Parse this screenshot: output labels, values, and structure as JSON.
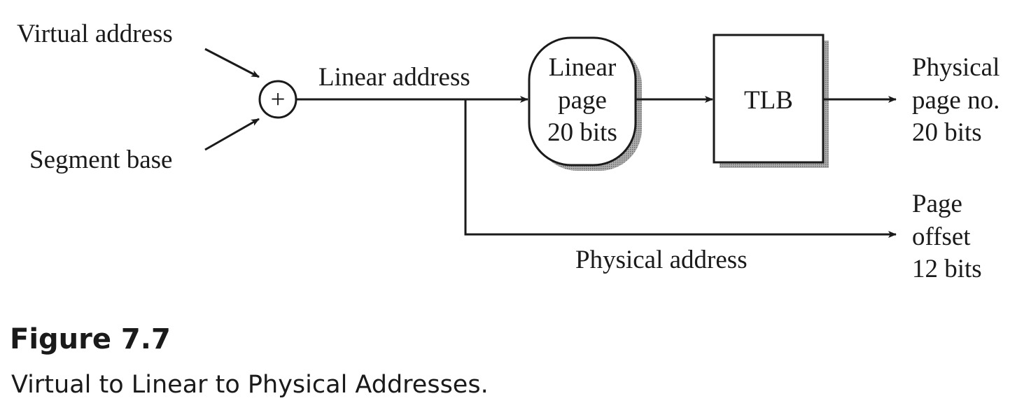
{
  "inputs": {
    "virtual_address": "Virtual address",
    "segment_base": "Segment base"
  },
  "adder": {
    "symbol": "+"
  },
  "labels": {
    "linear_address": "Linear address",
    "physical_address": "Physical address"
  },
  "linear_page": {
    "line1": "Linear",
    "line2": "page",
    "line3": "20 bits"
  },
  "tlb": {
    "label": "TLB"
  },
  "outputs": {
    "physical_page": {
      "line1": "Physical",
      "line2": "page no.",
      "line3": "20 bits"
    },
    "page_offset": {
      "line1": "Page",
      "line2": "offset",
      "line3": "12 bits"
    }
  },
  "caption": {
    "title": "Figure 7.7",
    "text": "Virtual to Linear to Physical Addresses."
  },
  "colors": {
    "ink": "#1a1a1a",
    "shadow": "#8a8a8a",
    "background": "#ffffff"
  }
}
